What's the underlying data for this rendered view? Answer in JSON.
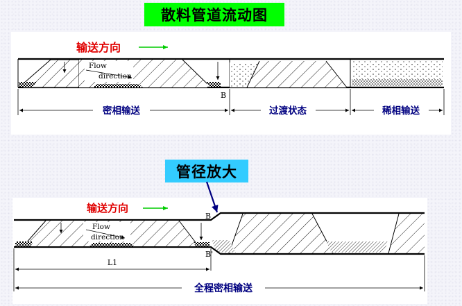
{
  "title": "散料管道流动图",
  "callout": "管径放大",
  "colors": {
    "title_bg": "#00ff00",
    "callout_bg": "#33ccff",
    "direction_text": "#e00000",
    "direction_arrow": "#00cc00",
    "section_labels": "#000080",
    "pointer_arrow": "#000080"
  },
  "top": {
    "direction_label": "输送方向",
    "flow_label_line1": "Flow",
    "flow_label_line2": "direction",
    "marker_b": "B",
    "sections": [
      "密相输送",
      "过渡状态",
      "稀相输送"
    ]
  },
  "bottom": {
    "direction_label": "输送方向",
    "flow_label_line1": "Flow",
    "flow_label_line2": "direction",
    "marker_b_upper": "B",
    "marker_b_lower": "B'",
    "dimension_l1": "L1",
    "full_span_label": "全程密相输送"
  }
}
